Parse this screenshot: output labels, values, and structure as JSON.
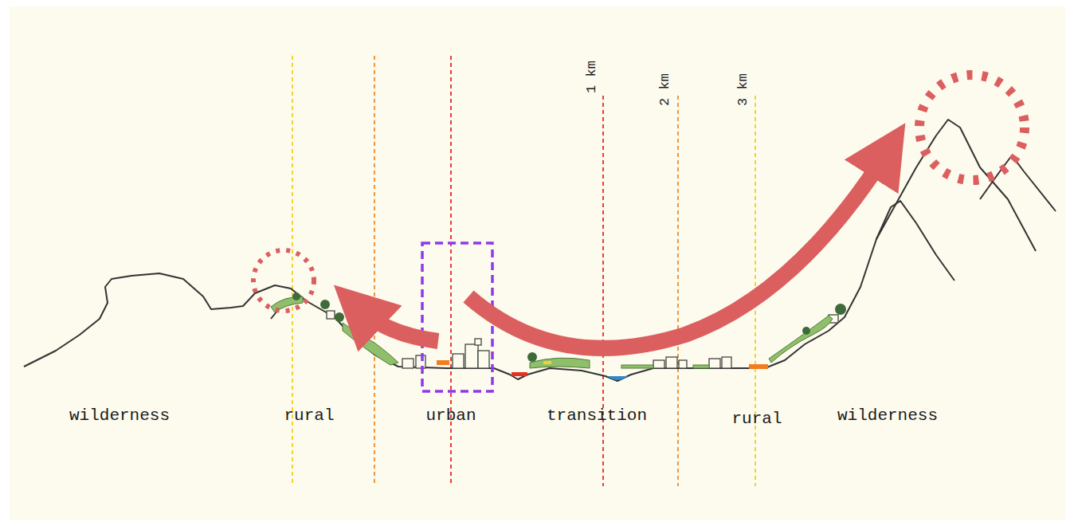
{
  "diagram": {
    "labels": [
      "1 km",
      "2 km",
      "3 km",
      "wilderness",
      "rural",
      "urban",
      "transition",
      "rural",
      "wilderness"
    ]
  }
}
